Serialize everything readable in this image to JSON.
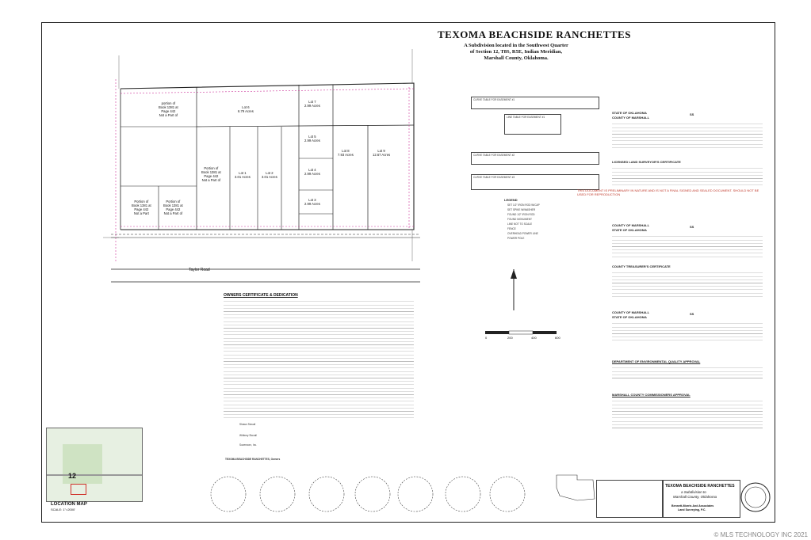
{
  "header": {
    "title": "TEXOMA BEACHSIDE RANCHETTES",
    "subtitle_lines": [
      "A Subdivision located in the Southwest Quarter",
      "of Section 12, T8S, R5E, Indian Meridian,",
      "Marshall County, Oklahoma."
    ]
  },
  "lots": [
    {
      "id": "lot6",
      "label": "Lot 6",
      "area": "6.79 Acres"
    },
    {
      "id": "lot7",
      "label": "Lot 7",
      "area": "2.99 Acres"
    },
    {
      "id": "lot5",
      "label": "Lot 5",
      "area": "2.99 Acres"
    },
    {
      "id": "lot4",
      "label": "Lot 4",
      "area": "2.99 Acres"
    },
    {
      "id": "lot3",
      "label": "Lot 3",
      "area": "2.99 Acres"
    },
    {
      "id": "lot8",
      "label": "Lot 8",
      "area": "7.93 Acres"
    },
    {
      "id": "lot9",
      "label": "Lot 9",
      "area": "12.67 Acres"
    },
    {
      "id": "lot1",
      "label": "Lot 1",
      "area": "3.01 Acres"
    },
    {
      "id": "lot2",
      "label": "Lot 2",
      "area": "3.01 Acres"
    }
  ],
  "portions": [
    {
      "id": "portion-top",
      "lines": [
        "portion of",
        "Book 1381 at",
        "Page 442",
        "Not a Part of"
      ]
    },
    {
      "id": "portion-mid",
      "lines": [
        "Portion of",
        "Book 1381 at",
        "Page 442",
        "Not a Part of"
      ]
    },
    {
      "id": "portion-left-a",
      "lines": [
        "Portion of",
        "Book 1381 at",
        "Page 442",
        "Not a Part"
      ]
    },
    {
      "id": "portion-left-b",
      "lines": [
        "Portion of",
        "Book 1381 at",
        "Page 442",
        "Not a Part of"
      ]
    }
  ],
  "map_labels": {
    "road": "Taylor Road",
    "section": "12",
    "location_map": "LOCATION MAP",
    "scale": "SCALE: 1\"=2000'",
    "scale_ticks": [
      "0",
      "200",
      "400",
      "600"
    ]
  },
  "owners": {
    "heading": "OWNERS CERTIFICATE & DEDICATION",
    "legal_heading": "Legal description",
    "signers": [
      "Shawn Stovall",
      "Whitney Stovall",
      "Suzerworx, Inc."
    ],
    "footer": "TEXOMA BEACHSIDE RANCHETTES, Owners"
  },
  "certificates": [
    {
      "id": "state-marshall-1",
      "lines": [
        "STATE OF OKLAHOMA",
        "COUNTY OF MARSHALL"
      ],
      "ss": "SS"
    },
    {
      "id": "surveyor",
      "heading": "LICENSED LAND SURVEYOR'S CERTIFICATE"
    },
    {
      "id": "county-marshall-2",
      "lines": [
        "COUNTY OF MARSHALL",
        "STATE OF OKLAHOMA"
      ],
      "ss": "SS"
    },
    {
      "id": "treasurer",
      "heading": "COUNTY TREASURER'S CERTIFICATE"
    },
    {
      "id": "county-marshall-3",
      "lines": [
        "COUNTY OF MARSHALL",
        "STATE OF OKLAHOMA"
      ],
      "ss": "SS"
    },
    {
      "id": "deq",
      "heading": "DEPARTMENT OF ENVIRONMENTAL QUALITY APPROVAL"
    },
    {
      "id": "commissioners",
      "heading": "MARSHALL COUNTY COMMISSIONERS APPROVAL"
    }
  ],
  "preliminary_note": "THIS DOCUMENT IS PRELIMINARY IN NATURE AND IS NOT A FINAL SIGNED AND SEALED DOCUMENT. SHOULD NOT BE USED FOR REPRODUCTION",
  "legend": {
    "title": "LEGEND",
    "items": [
      "SET 1/2\" IRON ROD W/CAP",
      "SET SPIKE W/WASHER",
      "FOUND 1/2\" IRON ROD",
      "FOUND MONUMENT",
      "LINE NOT TO SCALE",
      "FENCE",
      "OVERHEAD POWER LINE",
      "POWER POLE"
    ]
  },
  "curve_tables": [
    "CURVE TABLE FOR EASEMENT #1",
    "LINE TABLE FOR EASEMENT #1",
    "CURVE TABLE FOR EASEMENT #2",
    "CURVE TABLE FOR EASEMENT #3"
  ],
  "title_block": {
    "title": "TEXOMA BEACHSIDE RANCHETTES",
    "sub1": "a Subdivision to",
    "sub2": "Marshall County, Oklahoma",
    "firm1": "Bennett-Morris And Associates",
    "firm2": "Land Surveying, P.C."
  },
  "watermark": "© MLS TECHNOLOGY INC 2021"
}
